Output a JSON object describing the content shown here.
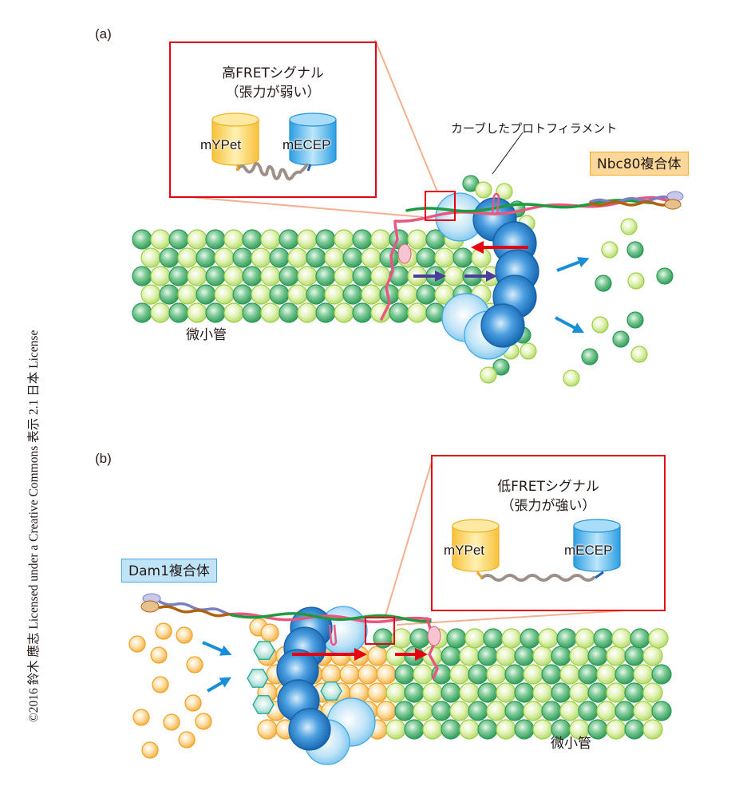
{
  "credit": "©2016 鈴木 應志 Licensed under a Creative Commons 表示 2.1 日本 License",
  "panel_a": {
    "label": "(a)",
    "inset": {
      "title_line1": "高FRETシグナル",
      "title_line2": "（張力が弱い）",
      "donor": "mYPet",
      "acceptor": "mECEP"
    },
    "callout": "カーブしたプロトフィラメント",
    "complex": "Nbc80複合体",
    "microtubule": "微小管"
  },
  "panel_b": {
    "label": "(b)",
    "inset": {
      "title_line1": "低FRETシグナル",
      "title_line2": "（張力が強い）",
      "donor": "mYPet",
      "acceptor": "mECEP"
    },
    "complex": "Dam1複合体",
    "microtubule": "微小管"
  },
  "colors": {
    "inset_border": "#e60012",
    "force_arrow": "#e60012",
    "movement_arrow": "#4a3f9a",
    "flow_arrow": "#1a8fd8",
    "tubulin_dark": "#3fae6a",
    "tubulin_light": "#c9e88a",
    "tubulin_gtp": "#f6b74a",
    "ring_blue": "#1a72c4",
    "ring_light": "#8fcdf2",
    "linker_pink": "#e8577f",
    "linker_green": "#1f9a3e",
    "linker_brown": "#b0620f",
    "linker_purple": "#7a7fc4",
    "nbc80_box": "#fcd79a",
    "dam1_box": "#bfe3f7",
    "mypet": "#fbd55e",
    "mecep": "#4ab2ea"
  }
}
